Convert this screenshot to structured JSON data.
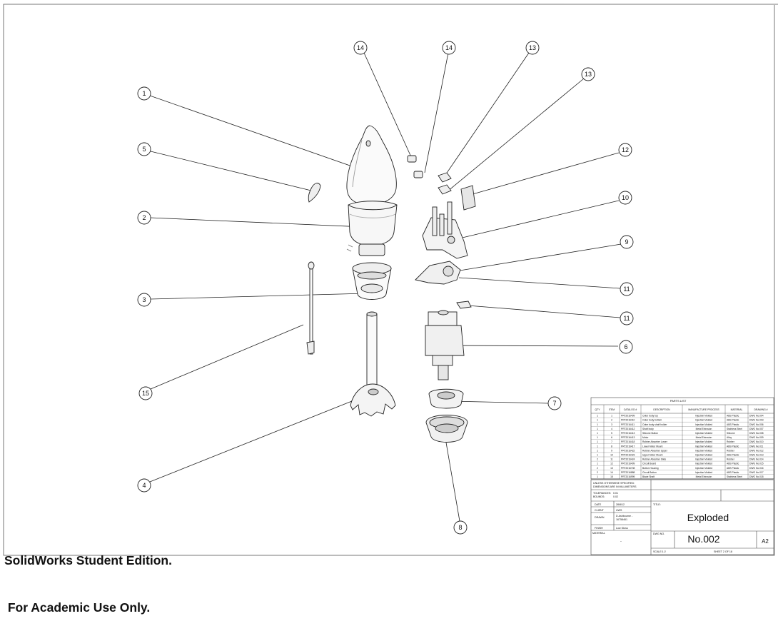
{
  "watermark": {
    "line1": "SolidWorks Student Edition.",
    "line2": " For Academic Use Only."
  },
  "balloons": [
    {
      "id": "b1",
      "label": "1"
    },
    {
      "id": "b2",
      "label": "2"
    },
    {
      "id": "b3",
      "label": "3"
    },
    {
      "id": "b4",
      "label": "4"
    },
    {
      "id": "b5",
      "label": "5"
    },
    {
      "id": "b6",
      "label": "6"
    },
    {
      "id": "b7",
      "label": "7"
    },
    {
      "id": "b8",
      "label": "8"
    },
    {
      "id": "b9",
      "label": "9"
    },
    {
      "id": "b10",
      "label": "10"
    },
    {
      "id": "b11a",
      "label": "11"
    },
    {
      "id": "b11b",
      "label": "11"
    },
    {
      "id": "b12",
      "label": "12"
    },
    {
      "id": "b13a",
      "label": "13"
    },
    {
      "id": "b13b",
      "label": "13"
    },
    {
      "id": "b14a",
      "label": "14"
    },
    {
      "id": "b14b",
      "label": "14"
    },
    {
      "id": "b15",
      "label": "15"
    }
  ],
  "parts_list": {
    "title": "PARTS LIST",
    "headers": [
      "QTY",
      "ITEM",
      "CATALOG #",
      "DESCRIPTION",
      "MANUFACTURE PROCESS",
      "MATERIAL",
      "DRAWING #"
    ],
    "rows": [
      [
        "1",
        "1",
        "PRT2016409",
        "Outer body top",
        "Injection Molded",
        "ABS Plastic",
        "DWG No.004"
      ],
      [
        "1",
        "2",
        "PRT2016410",
        "Outer body bottom",
        "Injection Molded",
        "ABS Plastic",
        "DWG No.003"
      ],
      [
        "1",
        "3",
        "PRT2016411",
        "Outer body shaft holder",
        "Injection Molded",
        "ABS Plastic",
        "DWG No.006"
      ],
      [
        "1",
        "4",
        "PRT2016412",
        "Shaft body",
        "Metal Extrusion",
        "Stainless Steel",
        "DWG No.007"
      ],
      [
        "1",
        "5",
        "PRT2016413",
        "Silicone Button",
        "Injection Molded",
        "Silicone",
        "DWG No.008"
      ],
      [
        "1",
        "6",
        "PRT2016413",
        "Motor",
        "Metal Extrusion",
        "Alloy",
        "DWG No.009"
      ],
      [
        "1",
        "7",
        "PRT2016418",
        "Rubber Absorber Lower",
        "Injection Molded",
        "Rubber",
        "DWG No.010"
      ],
      [
        "1",
        "8",
        "PRT2016417",
        "Lower Motor Mount",
        "Injection Molded",
        "ABS Plastic",
        "DWG No.011"
      ],
      [
        "1",
        "9",
        "PRT2016422",
        "Rubber Absorber Upper",
        "Injection Molded",
        "Rubber",
        "DWG No.012"
      ],
      [
        "1",
        "10",
        "PRT2016423",
        "Upper Motor Mount",
        "Injection Molded",
        "ABS Plastic",
        "DWG No.013"
      ],
      [
        "2",
        "11",
        "PRT2016424",
        "Rubber Absorber Slide",
        "Injection Molded",
        "Rubber",
        "DWG No.014"
      ],
      [
        "1",
        "12",
        "PRT2016409",
        "Circuit Board",
        "Injection Molded",
        "ABS Plastic",
        "DWG No.015"
      ],
      [
        "2",
        "13",
        "PRT2016708",
        "Button Housing",
        "Injection Molded",
        "ABS Plastic",
        "DWG No.016"
      ],
      [
        "2",
        "14",
        "PRT2016888",
        "Circuit Button",
        "Injection Molded",
        "ABS Plastic",
        "DWG No.017"
      ],
      [
        "1",
        "15",
        "PRT2016999",
        "Blade Shaft",
        "Metal Extrusion",
        "Stainless Steel",
        "DWG No.018"
      ]
    ]
  },
  "title_block": {
    "unless_note_1": "UNLESS OTHERWISE SPECIFIED:",
    "unless_note_2": "DIMENSIONS ARE IN MILLIMETERS",
    "tolerances_label": "TOLERANCES:",
    "tolerances_value": "0.01",
    "bounds_label": "BOUNDS:",
    "bounds_value": "0.02",
    "date_label": "DATE",
    "date_value": "28/8/12",
    "client_label": "CLIENT",
    "client_value": "UWS",
    "drawn_label": "DRAWN",
    "drawn_value_1": "D.Ashbourne -",
    "drawn_value_2": "16758461",
    "finish_label": "FINISH",
    "finish_value": "Low Gloss",
    "material_label": "MATERIAL",
    "material_value": "-",
    "title_label": "TITLE:",
    "title_value": "Exploded",
    "dwg_label": "DWG NO.",
    "dwg_value": "No.002",
    "size_value": "A2",
    "scale_text": "SCALE:1:2",
    "sheet_text": "SHEET 2 OF 18"
  }
}
